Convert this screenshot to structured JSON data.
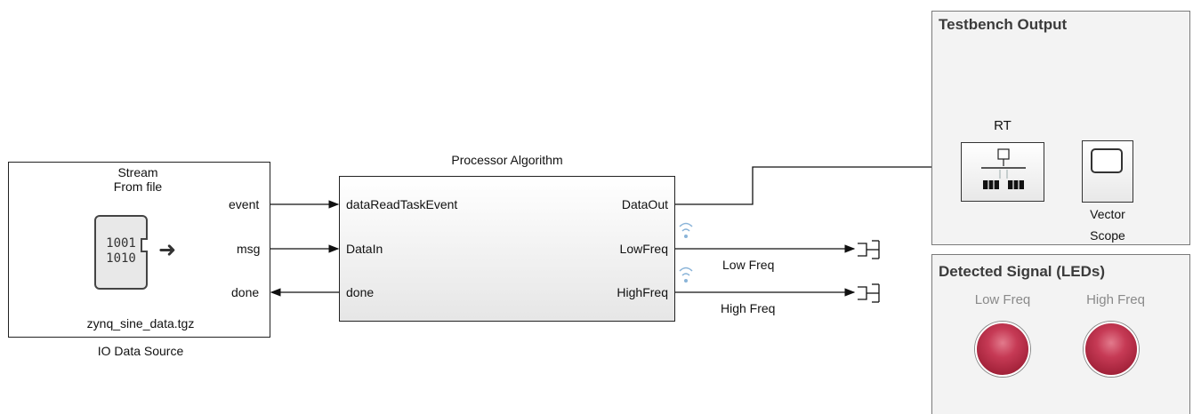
{
  "io_source": {
    "title_line1": "Stream",
    "title_line2": "From file",
    "ports": {
      "event": "event",
      "msg": "msg",
      "done": "done"
    },
    "card_bits_1": "1001",
    "card_bits_2": "1010",
    "filename": "zynq_sine_data.tgz",
    "caption": "IO Data Source"
  },
  "processor": {
    "title": "Processor Algorithm",
    "inputs": {
      "p1": "dataReadTaskEvent",
      "p2": "DataIn",
      "p3": "done"
    },
    "outputs": {
      "o1": "DataOut",
      "o2": "LowFreq",
      "o3": "HighFreq"
    }
  },
  "signals": {
    "low": "Low Freq",
    "high": "High Freq"
  },
  "testbench": {
    "title": "Testbench Output",
    "rt_label": "RT",
    "scope_label_1": "Vector",
    "scope_label_2": "Scope"
  },
  "leds_panel": {
    "title": "Detected Signal (LEDs)",
    "low_label": "Low Freq",
    "high_label": "High Freq"
  },
  "colors": {
    "panel_background": "#f3f3f3",
    "led_red": "#c63a55",
    "wireless_icon": "#8ab4d8",
    "panel_title": "#3b3b3b"
  }
}
